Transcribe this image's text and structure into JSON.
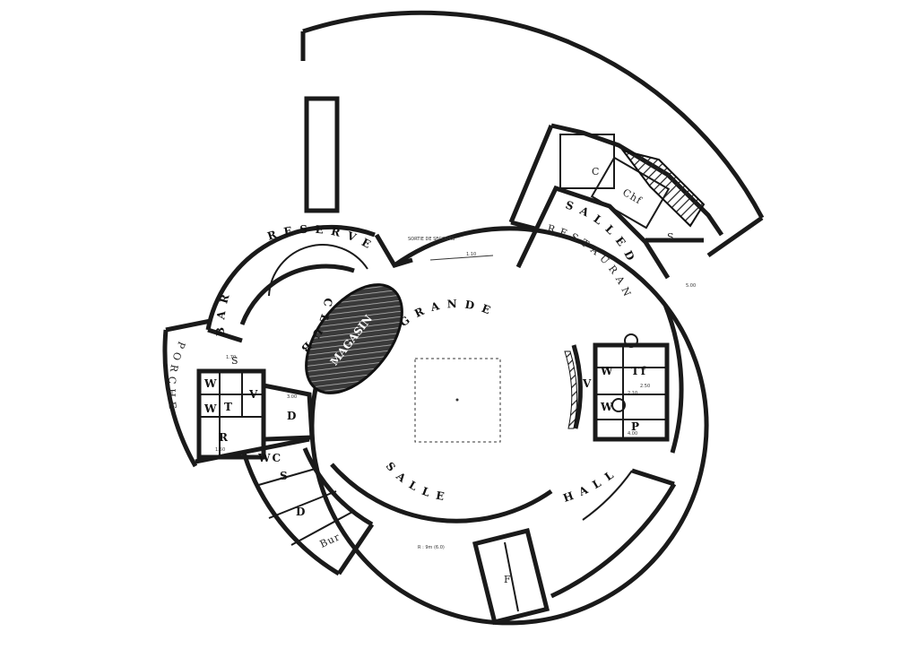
{
  "labels": {
    "bar": "B A R",
    "reserve": "R E S E R V E",
    "club": "C L U B",
    "magasin": "MAGASIN",
    "grande": "G R A N D E",
    "salle": "S A L L E",
    "salle_de": "S A L L E  D E",
    "restaurant": "R E S T A U R A N T",
    "porche": "P O R C H E",
    "hall": "H A L L",
    "c": "C",
    "chf": "Chf",
    "s_rest": "S",
    "s_left": "S",
    "s_bottom": "S",
    "wc_left1": "W",
    "wc_left2": "W",
    "t_left": "T",
    "v_left": "V",
    "d_left": "D",
    "r_left": "R",
    "wc_lower": "WC",
    "d_lower": "D",
    "bur": "Bur",
    "f_lower": "F",
    "wc_right1": "W",
    "wc_right2": "W",
    "t_right": "Tf",
    "p_right": "P",
    "v_right": "V",
    "note_top": "SORTIE DE SECOURS",
    "note_bottom": "R : 9m (6.0)"
  },
  "dims": {
    "d1": "3.00",
    "d2": "2.10",
    "d3": "1.50",
    "d4": "4.00",
    "d5": "5.00",
    "d6": "2.50",
    "d7": "1.70",
    "d8": "1.10"
  },
  "colors": {
    "ink": "#1a1a1a",
    "paper": "#ffffff"
  }
}
